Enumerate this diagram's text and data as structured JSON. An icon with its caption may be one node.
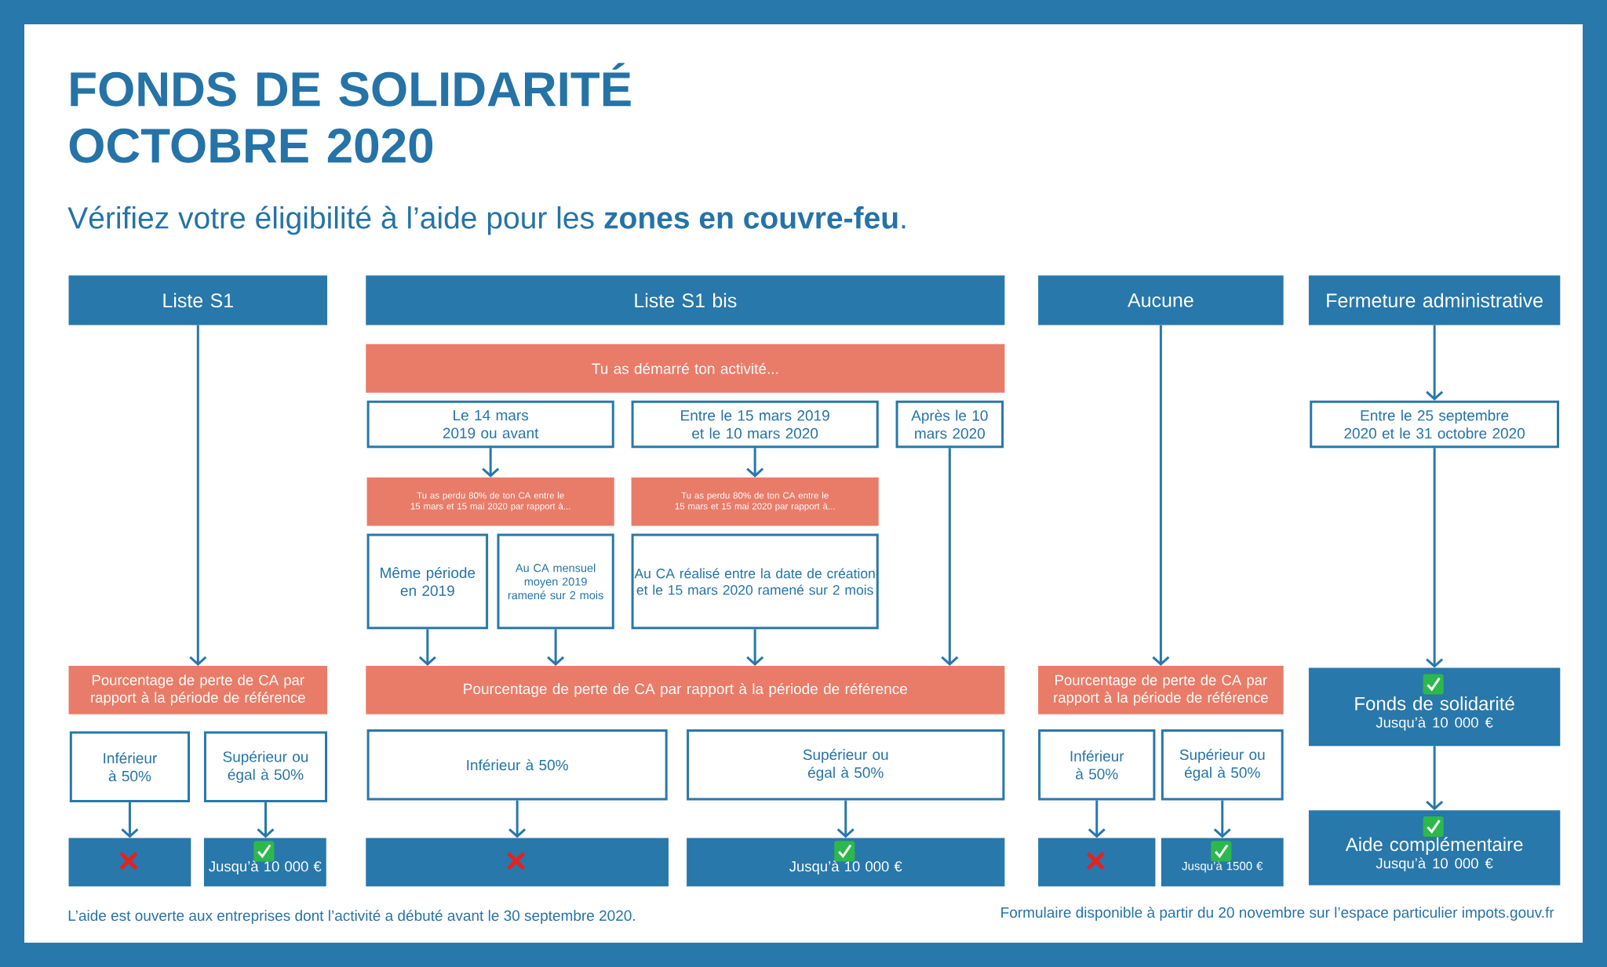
{
  "diagram": {
    "title": "FONDS DE SOLIDARITÉ OCTOBRE 2020",
    "nodes": [
      {
        "text": [
          "Liste S1"
        ]
      },
      {
        "text": [
          "Liste S1 bis"
        ]
      },
      {
        "text": [
          "Aucune"
        ]
      },
      {
        "text": [
          "Fermeture administrative"
        ]
      },
      {
        "text": [
          "Tu as démarré ton activité..."
        ]
      },
      {
        "text": [
          "Le 14 mars 2019 ou avant"
        ]
      },
      {
        "text": [
          "Entre le 15 mars 2019 et le 10 mars 2020"
        ]
      },
      {
        "text": [
          "Après le 10 mars 2020"
        ]
      },
      {
        "text": [
          "Entre le 25 septembre 2020 et le 31 octobre 2020"
        ]
      },
      {
        "text": [
          "Tu as perdu 80% de ton CA entre le 15 mars et 15 mai 2020 par rapport à..."
        ]
      },
      {
        "text": [
          "Tu as perdu 80% de ton CA entre le 15 mars et 15 mai 2020 par rapport à..."
        ]
      },
      {
        "text": [
          "Même période en 2019"
        ]
      },
      {
        "text": [
          "Au CA mensuel moyen 2019 ramené sur 2 mois"
        ]
      },
      {
        "text": [
          "Au CA réalisé entre la date de création et le 15 mars 2020 ramené sur 2 mois"
        ]
      },
      {
        "text": [
          "Pourcentage de perte de CA par rapport à la période de référence"
        ]
      },
      {
        "text": [
          "Pourcentage de perte de CA par rapport à la période de référence"
        ]
      },
      {
        "text": [
          "Pourcentage de perte de CA par rapport à la période de référence"
        ]
      },
      {
        "text": [
          "Fonds de solidarité",
          "Jusqu’à 10 000 €"
        ]
      },
      {
        "text": [
          "Inférieur à 50%"
        ]
      },
      {
        "text": [
          "Supérieur ou égal à 50%"
        ]
      },
      {
        "text": [
          "Inférieur à 50%"
        ]
      },
      {
        "text": [
          "Supérieur ou égal à 50%"
        ]
      },
      {
        "text": [
          "Inférieur à 50%"
        ]
      },
      {
        "text": [
          "Supérieur ou égal à 50%"
        ]
      },
      {
        "text": [
          "Aide complémentaire",
          "Jusqu’à 10 000 €"
        ]
      },
      {
        "text": [],
        "shape": "box"
      },
      {
        "text": [
          "Jusqu’à 10 000 €"
        ]
      },
      {
        "text": [],
        "shape": "box"
      },
      {
        "text": [
          "Jusqu’à 10 000 €"
        ]
      },
      {
        "text": [],
        "shape": "box"
      },
      {
        "text": [
          "Jusqu’à 1500 €"
        ]
      }
    ],
    "edges": [
      {
        "from": 0,
        "to": 14,
        "arrow": "to"
      },
      {
        "from": 2,
        "to": 16,
        "arrow": "to"
      },
      {
        "from": 3,
        "to": 8,
        "arrow": "to"
      },
      {
        "from": 5,
        "to": 9,
        "arrow": "to"
      },
      {
        "from": 6,
        "to": 10,
        "arrow": "to"
      },
      {
        "from": 7,
        "to": 15,
        "arrow": "to"
      },
      {
        "from": 11,
        "to": 15,
        "arrow": "to"
      },
      {
        "from": 12,
        "to": 15,
        "arrow": "to"
      },
      {
        "from": 13,
        "to": 15,
        "arrow": "to"
      },
      {
        "from": 8,
        "to": 17,
        "arrow": "to"
      },
      {
        "from": 17,
        "to": 24,
        "arrow": "to"
      },
      {
        "from": 18,
        "to": 25,
        "arrow": "to"
      },
      {
        "from": 19,
        "to": 26,
        "arrow": "to"
      },
      {
        "from": 20,
        "to": 27,
        "arrow": "to"
      },
      {
        "from": 21,
        "to": 28,
        "arrow": "to"
      },
      {
        "from": 22,
        "to": 29,
        "arrow": "to"
      },
      {
        "from": 23,
        "to": 30,
        "arrow": "to"
      }
    ],
    "labels": [
      "Vérifiez votre éligibilité à l’aide pour les **zones en couvre-feu**.",
      "L’aide est ouverte aux entreprises dont l’activité a débuté avant le 30 septembre 2020.",
      "Formulaire disponible à partir du 20 novembre sur l’espace particulier impots.gouv.fr"
    ]
  }
}
